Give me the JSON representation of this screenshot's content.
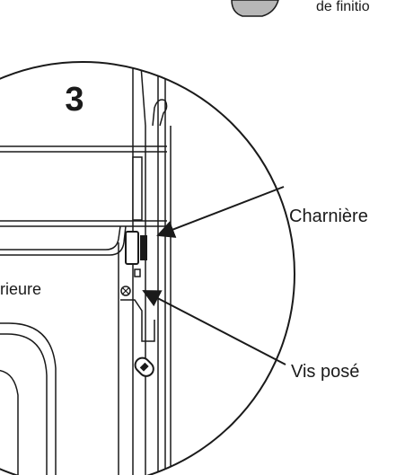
{
  "figure": {
    "step_number": "3",
    "top_caption_fragment": "de finitio",
    "labels": {
      "hinge": "Charnière",
      "screw": "Vis posé",
      "panel": "rieure"
    }
  }
}
